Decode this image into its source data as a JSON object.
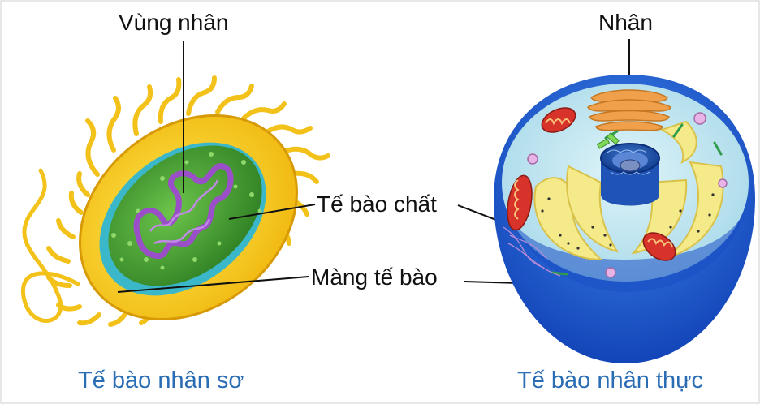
{
  "labels": {
    "nucleoid": "Vùng nhân",
    "nucleus": "Nhân",
    "cytoplasm": "Tế bào chất",
    "membrane": "Màng tế bào"
  },
  "captions": {
    "prokaryote": "Tế bào nhân sơ",
    "eukaryote": "Tế bào nhân thực"
  },
  "colors": {
    "caption": "#2a6db5",
    "capsule": "#f6d21a",
    "cytoplasm_green": "#3d9a2c",
    "dna_purple": "#9a4fc9",
    "euk_shell": "#1f5fd6",
    "euk_interior": "#bfe6f0",
    "golgi_orange": "#f0a04a",
    "mitochondria_red": "#d8332a",
    "er_yellow": "#f5ea8a"
  }
}
